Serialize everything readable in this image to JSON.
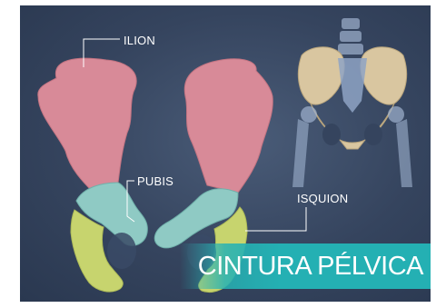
{
  "labels": {
    "ilion": "ILION",
    "pubis": "PUBIS",
    "isquion": "ISQUION"
  },
  "title": "CINTURA PÉLVICA",
  "colors": {
    "background": "#35445e",
    "ilion": "#d88a98",
    "pubis": "#8fcac4",
    "isquion": "#c7d46e",
    "banner": "#24b0b3",
    "bone": "#d9c6a0"
  }
}
